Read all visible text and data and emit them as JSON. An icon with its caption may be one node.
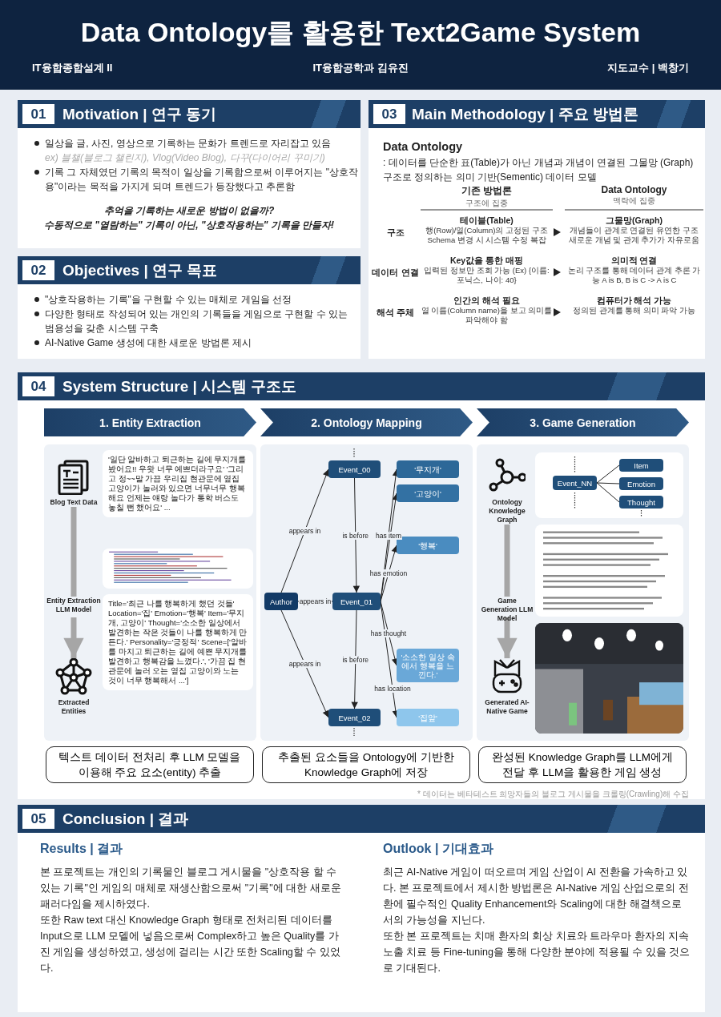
{
  "diagram": {
    "title": "Data Ontology를 활용한 Text2Game System",
    "nodes": [
      {
        "text": [
          "1. Entity Extraction"
        ]
      },
      {
        "text": [
          "2. Ontology Mapping"
        ]
      },
      {
        "text": [
          "3. Game Generation"
        ]
      },
      {
        "text": [
          "Blog Text Data"
        ]
      },
      {
        "text": [
          "Entity Extraction LLM Model"
        ]
      },
      {
        "text": [
          "Extracted Entities"
        ]
      },
      {
        "text": [
          "'일단 알바하고 퇴근하는 길에 무지개를 봤어요!! 우왓 너무 예쁘더라구요' '그리고 정~~말 가끔 우리집 현관문에 옆집 고양이가 놀러와 있으면 너무너무 행복해요 언제는 얘랑 놀다가 통학 버스도 놓칠 뻔 했어요' ..."
        ]
      },
      {
        "text": [],
        "shape": "picture"
      },
      {
        "text": [
          "Title='최근 나를 행복하게 했던 것들' Location='집' Emotion='행복' Item='무지개, 고양이' Thought='소소한 일상에서 발견하는 작은 것들이 나를 행복하게 만든다.' Personality='긍정적' Scene=['알바를 마치고 퇴근하는 길에 예쁜 무지개를 발견하고 행복감을 느꼈다.', '가끔 집 현관문에 놀러 오는 옆집 고양이와 노는 것이 너무 행복해서 ...']"
        ]
      },
      {
        "text": [
          "Event_00"
        ]
      },
      {
        "text": [
          "'무지개'"
        ]
      },
      {
        "text": [
          "'고양이'"
        ]
      },
      {
        "text": [
          "'행복'"
        ]
      },
      {
        "text": [
          "Author"
        ]
      },
      {
        "text": [
          "Event_01"
        ]
      },
      {
        "text": [
          "'소소한 일상 속에서 행복을 느낀다.'"
        ]
      },
      {
        "text": [
          "Event_02"
        ]
      },
      {
        "text": [
          "'집앞'"
        ]
      },
      {
        "text": [
          "Ontology Knowledge Graph"
        ]
      },
      {
        "text": [],
        "shape": "box"
      },
      {
        "text": [
          "Event_NN"
        ],
        "in": 19
      },
      {
        "text": [
          "Item"
        ],
        "in": 19
      },
      {
        "text": [
          "Emotion"
        ],
        "in": 19
      },
      {
        "text": [
          "Thought"
        ],
        "in": 19
      },
      {
        "text": [
          "Game Generation LLM Model"
        ]
      },
      {
        "text": [],
        "shape": "picture"
      },
      {
        "text": [
          "Generated AI-Native Game"
        ]
      },
      {
        "text": [],
        "shape": "picture"
      },
      {
        "text": [
          "텍스트 데이터 전처리 후 LLM 모델을 이용해 주요 요소(entity) 추출"
        ]
      },
      {
        "text": [
          "추출된 요소들을 Ontology에 기반한 Knowledge Graph에 저장"
        ]
      },
      {
        "text": [
          "완성된 Knowledge Graph를 LLM에게 전달 후 LLM을 활용한 게임 생성"
        ]
      }
    ],
    "edges": [
      {
        "from": 3,
        "to": 4,
        "arrow": "none",
        "style": "thick",
        "color": "#a6a6a6"
      },
      {
        "from": 4,
        "to": 5,
        "arrow": "to",
        "style": "thick",
        "color": "#a6a6a6"
      },
      {
        "from": 13,
        "to": 9,
        "arrow": "to",
        "label": "appears in"
      },
      {
        "from": 13,
        "to": 14,
        "arrow": "to",
        "label": "appears in"
      },
      {
        "from": 13,
        "to": 16,
        "arrow": "to",
        "label": "appears in"
      },
      {
        "from": 9,
        "to": 14,
        "arrow": "to",
        "label": "is before"
      },
      {
        "from": 14,
        "to": 16,
        "arrow": "to",
        "label": "is before"
      },
      {
        "from": 14,
        "to": 10,
        "arrow": "to",
        "label": "has item"
      },
      {
        "from": 14,
        "to": 11,
        "arrow": "to"
      },
      {
        "from": 14,
        "to": 12,
        "arrow": "to",
        "label": "has emotion"
      },
      {
        "from": 14,
        "to": 15,
        "arrow": "to",
        "label": "has thought"
      },
      {
        "from": 14,
        "to": 17,
        "arrow": "to",
        "label": "has location"
      },
      {
        "from": 20,
        "to": 21,
        "arrow": "none"
      },
      {
        "from": 20,
        "to": 22,
        "arrow": "none"
      },
      {
        "from": 20,
        "to": 23,
        "arrow": "none"
      },
      {
        "from": 18,
        "to": 24,
        "arrow": "none",
        "style": "thick",
        "color": "#a6a6a6"
      },
      {
        "from": 24,
        "to": 26,
        "arrow": "to",
        "style": "thick",
        "color": "#a6a6a6"
      }
    ],
    "labels": [
      "IT융합종합설계 II",
      "IT융합공학과 김유진",
      "지도교수 | 백창기",
      "01",
      "Motivation | 연구 동기",
      "일상을 글, 사진, 영상으로 기록하는 문화가 트렌드로 자리잡고 있음",
      "ex) 블챌(블로그 챌린지), Vlog(Video Blog), 다꾸(다이어리 꾸미기)",
      "기록 그 자체였던 기록의 목적이 일상을 기록함으로써 이루어지는 \"상호작용\"이라는 목적을 가지게 되며 트렌드가 등장했다고 추론함",
      "추억을 기록하는 새로운 방법이 없을까?",
      "수동적으로 \"열람하는\" 기록이 아닌, \"상호작용하는\" 기록을 만들자!",
      "02",
      "Objectives | 연구 목표",
      "\"상호작용하는 기록\"을 구현할 수 있는 매체로 게임을 선정",
      "다양한 형태로 작성되어 있는 개인의 기록들을 게임으로 구현할 수 있는 범용성을 갖춘 시스템 구축",
      "AI-Native Game 생성에 대한 새로운 방법론 제시",
      "03",
      "Main Methodology | 주요 방법론",
      "Data Ontology",
      ": 데이터를 단순한 표(Table)가 아닌 개념과 개념이 연결된 그물망 (Graph) 구조로 정의하는 의미 기반(Sementic) 데이터 모델",
      "기존 방법론",
      "구조에 집중",
      "Data Ontology",
      "맥락에 집중",
      "구조",
      "테이블(Table)",
      "행(Row)/열(Column)의 고정된 구조 Schema 변경 시 시스템 수정 복잡",
      "그물망(Graph)",
      "개념들이 관계로 연결된 유연한 구조 새로운 개념 및 관계 추가가 자유로움",
      "데이터 연결",
      "Key값을 통한 매핑",
      "입력된 정보만 조회 가능 (Ex) {이름: 포닉스, 나이: 40}",
      "의미적 연결",
      "논리 구조를 통해 데이터 관계 추론 가능 A is B, B is C -> A is C",
      "해석 주체",
      "인간의 해석 필요",
      "열 이름(Column name)을 보고 의미를 파악해야 함",
      "컴퓨터가 해석 가능",
      "정의된 관계를 통해 의미 파악 가능",
      "04",
      "System Structure | 시스템 구조도",
      "* 데이터는 베타테스트 희망자들의 블로그 게시물을 크롤링(Crawling)해 수집",
      "05",
      "Conclusion | 결과",
      "Results | 결과",
      "본 프로젝트는 개인의 기록물인 블로그 게시물을 \"상호작용 할 수 있는 기록\"인 게임의 매체로 재생산함으로써 \"기록\"에 대한 새로운 패러다임을 제시하였다.",
      "또한 Raw text 대신 Knowledge Graph 형태로 전처리된 데이터를 Input으로 LLM 모델에 넣음으로써 Complex하고 높은 Quality를 가진 게임을 생성하였고, 생성에 걸리는 시간 또한 Scaling할 수 있었다.",
      "Outlook | 기대효과",
      "최근 AI-Native 게임이 떠오르며 게임 산업이 AI 전환을 가속하고 있다. 본 프로젝트에서 제시한 방법론은 AI-Native 게임 산업으로의 전환에 필수적인 Quality Enhancement와 Scaling에 대한 해결책으로서의 가능성을 지닌다.",
      "또한 본 프로젝트는 치매 환자의 회상 치료와 트라우마 환자의 지속 노출 치료 등 Fine-tuning을 통해 다양한 분야에 적용될 수 있을 것으로 기대된다."
    ]
  }
}
